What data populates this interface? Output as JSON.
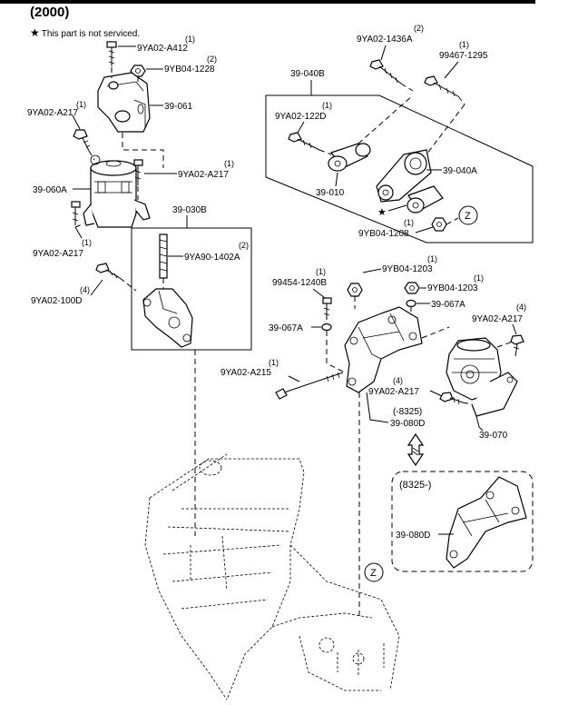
{
  "header": {
    "year": "(2000)",
    "note": "This part is not serviced."
  },
  "symbols": {
    "star": "★",
    "z_mark": "Z"
  },
  "ranges": {
    "before": "(-8325)",
    "after": "(8325-)"
  },
  "parts": {
    "p9ya02_a412": {
      "code": "9YA02-A412",
      "qty": "(1)"
    },
    "p9yb04_1228": {
      "code": "9YB04-1228",
      "qty": "(2)"
    },
    "p39_061": {
      "code": "39-061"
    },
    "p9ya02_a217_tl": {
      "code": "9YA02-A217",
      "qty": "(1)"
    },
    "p9ya02_a217_mid": {
      "code": "9YA02-A217",
      "qty": "(1)"
    },
    "p39_060a": {
      "code": "39-060A"
    },
    "p9ya02_a217_bl": {
      "code": "9YA02-A217",
      "qty": "(1)"
    },
    "p9ya02_100d": {
      "code": "9YA02-100D",
      "qty": "(4)"
    },
    "p39_030b": {
      "code": "39-030B"
    },
    "p9ya90_1402a": {
      "code": "9YA90-1402A",
      "qty": "(2)"
    },
    "p9ya02_1436a": {
      "code": "9YA02-1436A",
      "qty": "(2)"
    },
    "p99467_1295": {
      "code": "99467-1295",
      "qty": "(1)"
    },
    "p39_040b": {
      "code": "39-040B"
    },
    "p9ya02_122d": {
      "code": "9YA02-122D",
      "qty": "(1)"
    },
    "p39_040a": {
      "code": "39-040A"
    },
    "p39_010": {
      "code": "39-010"
    },
    "p9yb04_1208": {
      "code": "9YB04-1208",
      "qty": "(1)"
    },
    "p9yb04_1203_a": {
      "code": "9YB04-1203",
      "qty": "(1)"
    },
    "p9yb04_1203_b": {
      "code": "9YB04-1203",
      "qty": "(1)"
    },
    "p99454_1240b": {
      "code": "99454-1240B",
      "qty": "(1)"
    },
    "p39_067a_l": {
      "code": "39-067A"
    },
    "p39_067a_r": {
      "code": "39-067A"
    },
    "p9ya02_a217_r": {
      "code": "9YA02-A217",
      "qty": "(4)"
    },
    "p9ya02_a215": {
      "code": "9YA02-A215",
      "qty": "(1)"
    },
    "p9ya02_a217_c": {
      "code": "9YA02-A217",
      "qty": "(4)"
    },
    "p39_080d_a": {
      "code": "39-080D"
    },
    "p39_070": {
      "code": "39-070"
    },
    "p39_080d_b": {
      "code": "39-080D"
    }
  }
}
